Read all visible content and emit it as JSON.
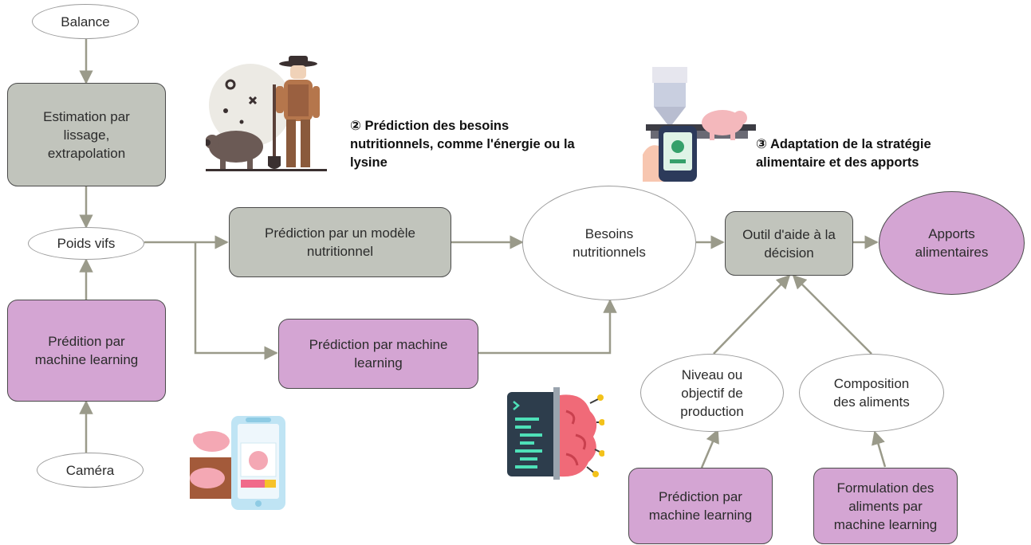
{
  "nodes": {
    "balance": "Balance",
    "estimation": "Estimation par\nlissage,\nextrapolation",
    "poids_vifs": "Poids vifs",
    "predition_ml_left": "Prédition par\nmachine learning",
    "camera": "Caméra",
    "prediction_modele": "Prédiction par un modèle\nnutritionnel",
    "prediction_ml_center": "Prédiction par machine\nlearning",
    "besoins": "Besoins\nnutritionnels",
    "outil": "Outil d'aide à la\ndécision",
    "apports": "Apports\nalimentaires",
    "niveau": "Niveau ou\nobjectif de\nproduction",
    "composition": "Composition\ndes aliments",
    "prediction_ml_bottom": "Prédiction par\nmachine learning",
    "formulation": "Formulation des\naliments par\nmachine learning"
  },
  "annotations": {
    "step2": "② Prédiction des besoins\nnutritionnels, comme l'énergie ou la\nlysine",
    "step3": "③ Adaptation de la stratégie\nalimentaire et des apports"
  },
  "colors": {
    "grey_box": "#c1c4bc",
    "pink_box": "#d4a5d3",
    "connector": "#9a9a8a"
  },
  "icons": [
    "farmer-with-pig-icon",
    "feeder-with-phone-icon",
    "code-brain-icon",
    "pig-phone-camera-icon"
  ]
}
